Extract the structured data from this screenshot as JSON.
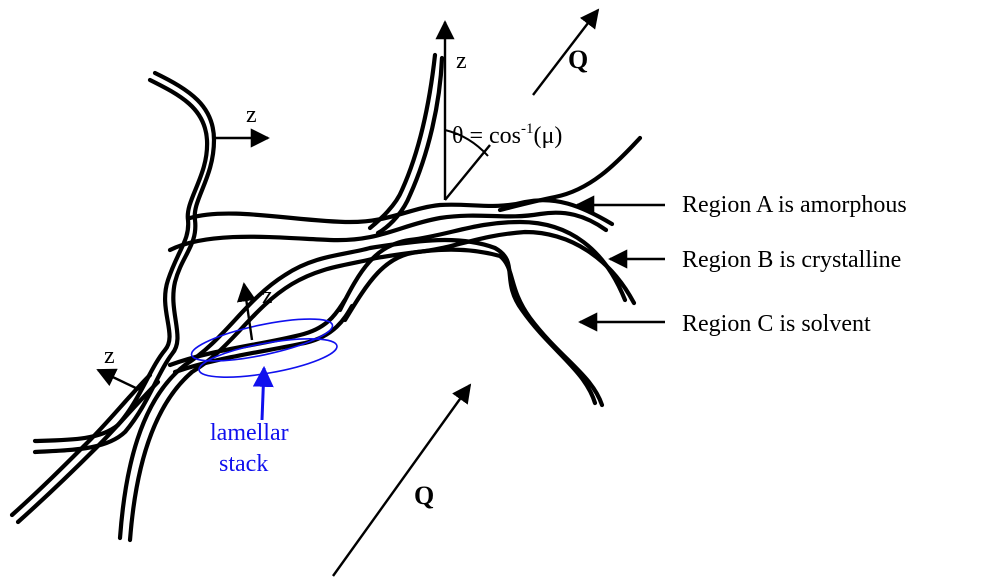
{
  "labels": {
    "z_top": "z",
    "z_left_upper": "z",
    "z_lamellar": "z",
    "z_left_lower": "z",
    "q_top": "Q",
    "q_bottom": "Q",
    "theta_prefix": "θ = cos",
    "theta_sup": "-1",
    "theta_suffix": "(μ)",
    "region_a": "Region A is amorphous",
    "region_b": "Region B is crystalline",
    "region_c": "Region C is solvent",
    "lamellar_line1": "lamellar",
    "lamellar_line2": "stack"
  },
  "colors": {
    "fibers": "#000000",
    "annotation": "#1010ee"
  }
}
